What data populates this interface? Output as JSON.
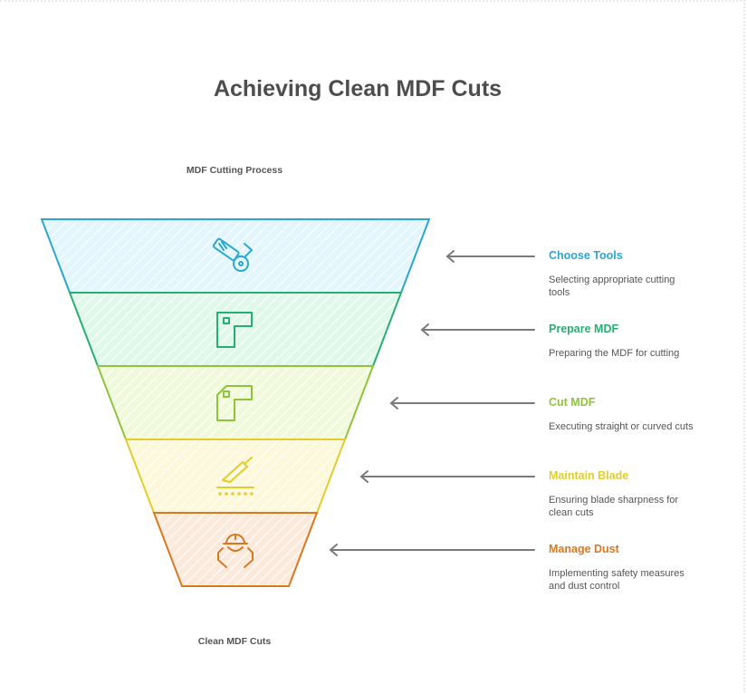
{
  "title": "Achieving Clean MDF Cuts",
  "top_label": "MDF Cutting Process",
  "bottom_label": "Clean MDF Cuts",
  "stages": [
    {
      "title": "Choose Tools",
      "description": "Selecting appropriate cutting tools",
      "color": "#2aa7d0",
      "fill": "#e3f6fd",
      "icon": "saw-icon"
    },
    {
      "title": "Prepare MDF",
      "description": "Preparing the MDF for cutting",
      "color": "#27ae72",
      "fill": "#e0f8ea",
      "icon": "mdf-board-icon"
    },
    {
      "title": "Cut MDF",
      "description": "Executing straight or curved cuts",
      "color": "#8fc43a",
      "fill": "#f0fadb",
      "icon": "mdf-cut-icon"
    },
    {
      "title": "Maintain Blade",
      "description": "Ensuring blade sharpness for clean cuts",
      "color": "#e3cd2c",
      "fill": "#fdf8da",
      "icon": "knife-blade-icon"
    },
    {
      "title": "Manage Dust",
      "description": "Implementing safety measures and dust control",
      "color": "#d8791f",
      "fill": "#fbeadc",
      "icon": "safety-hands-icon"
    }
  ]
}
